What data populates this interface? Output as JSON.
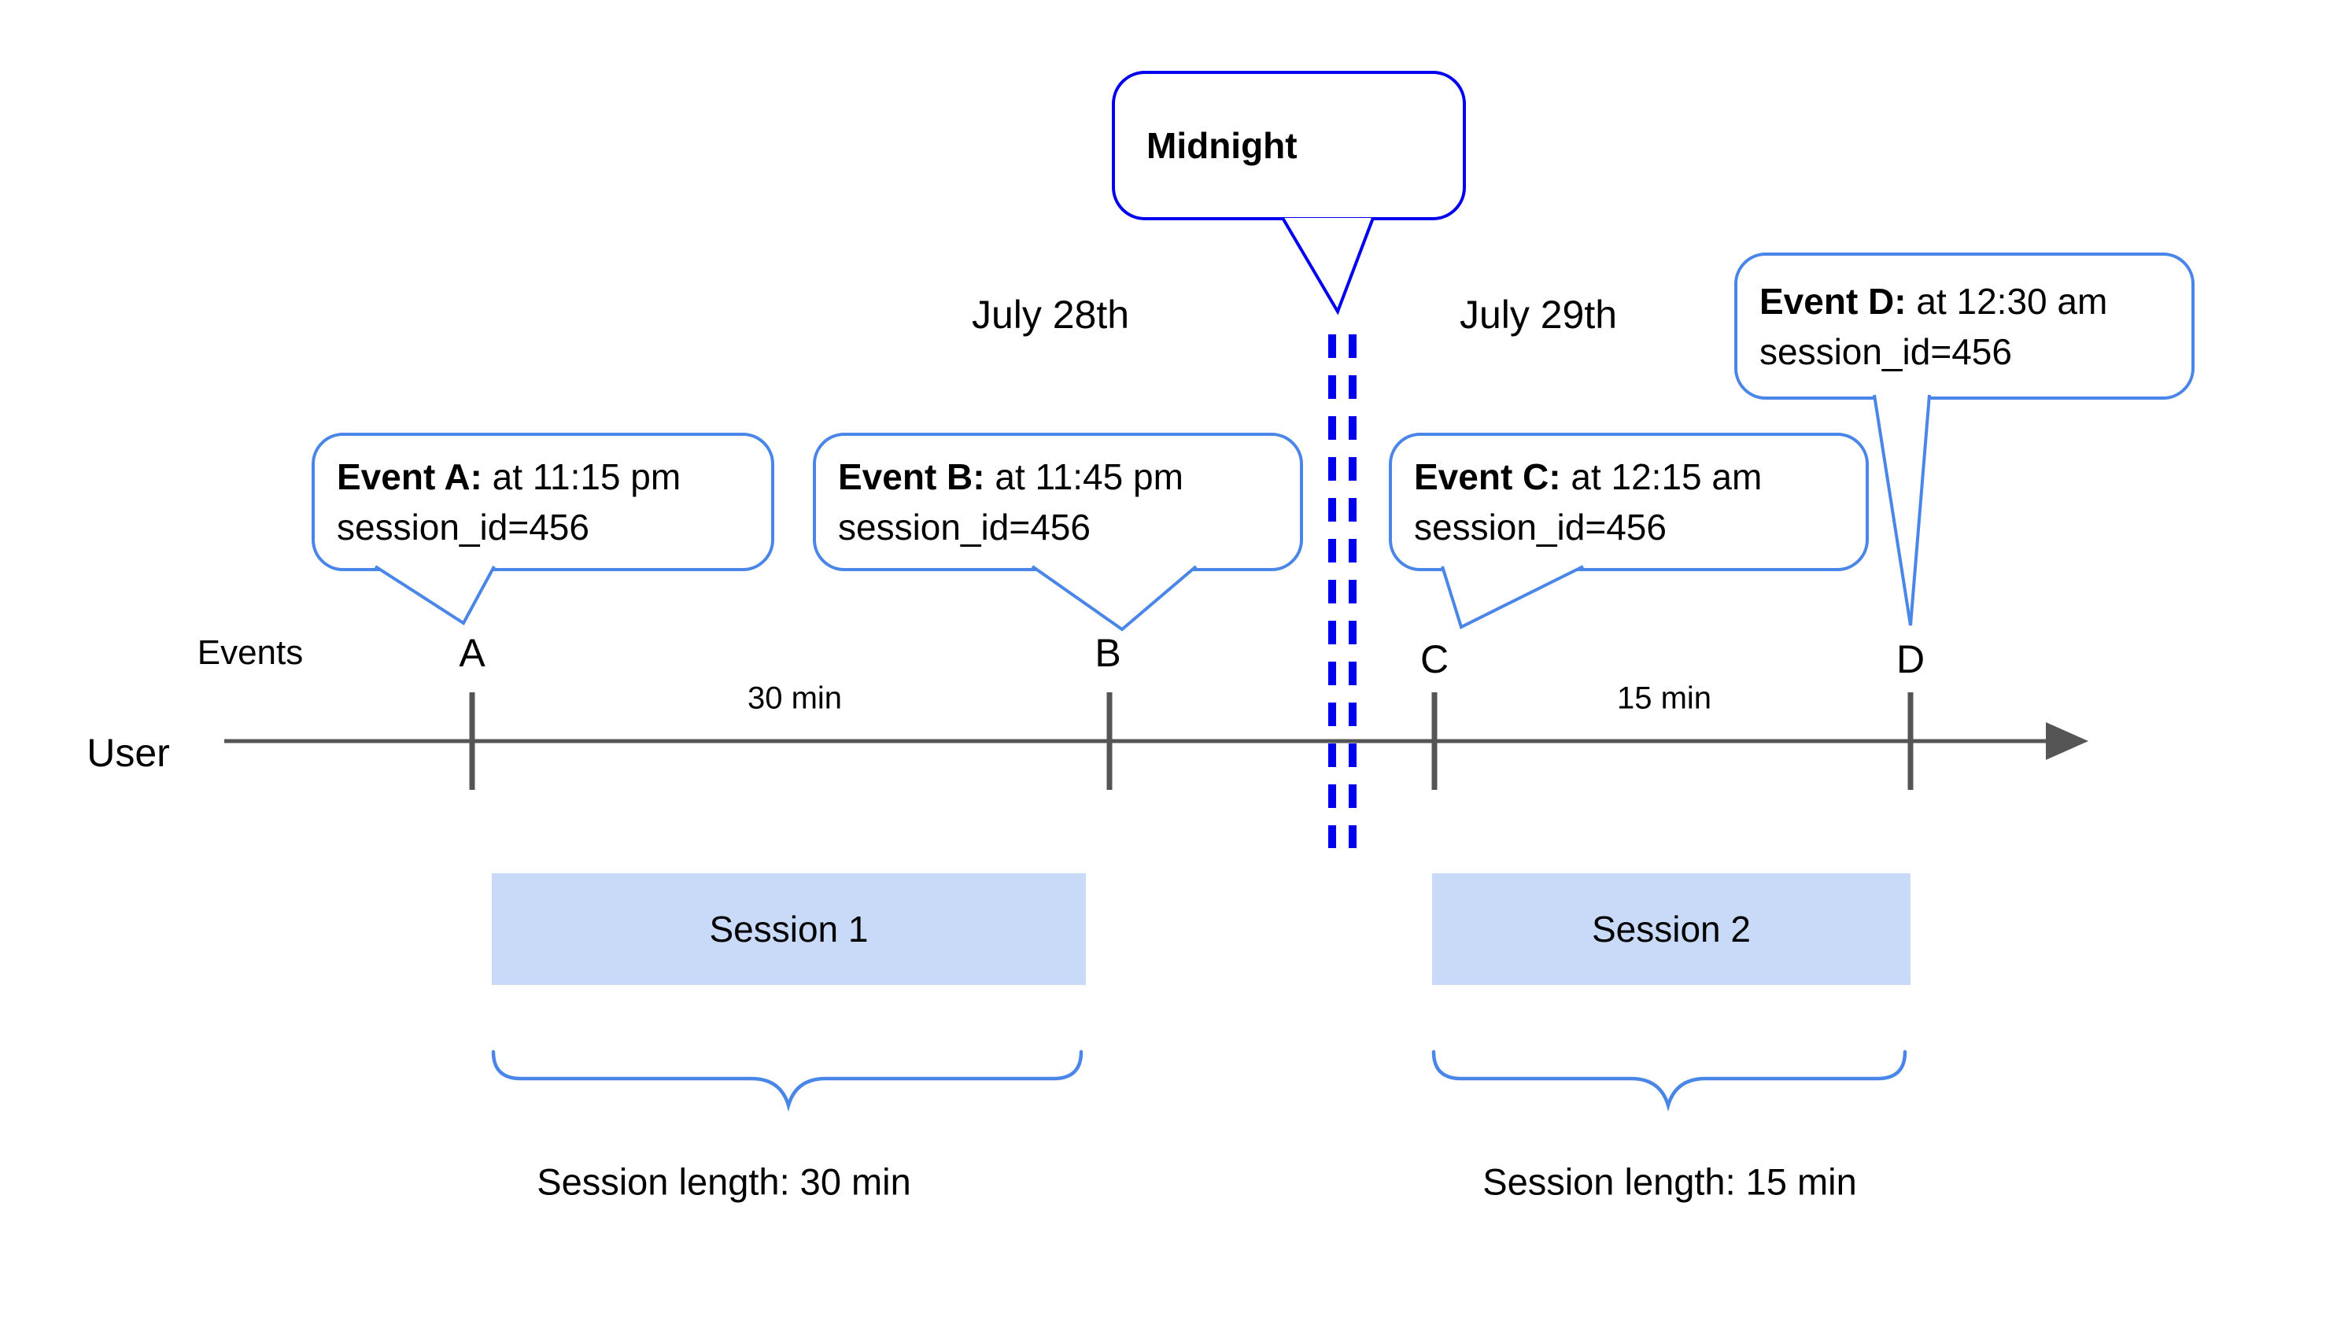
{
  "colors": {
    "background": "#ffffff",
    "event_callout_stroke": "#4a86e8",
    "midnight_callout_stroke": "#0000ee",
    "dashed_line": "#0000ee",
    "timeline_gray": "#555555",
    "session_box_fill": "#c9daf8",
    "text_color": "#000000"
  },
  "midnight_callout": {
    "label": "Midnight"
  },
  "dates": {
    "before": "July 28th",
    "after": "July 29th"
  },
  "axis": {
    "row_label": "Events",
    "timeline_label": "User"
  },
  "events": [
    {
      "letter": "A",
      "label": "Event A:",
      "time": "at 11:15 pm",
      "session": "session_id=456"
    },
    {
      "letter": "B",
      "label": "Event B:",
      "time": "at 11:45 pm",
      "session": "session_id=456"
    },
    {
      "letter": "C",
      "label": "Event C:",
      "time": "at 12:15 am",
      "session": "session_id=456"
    },
    {
      "letter": "D",
      "label": "Event D:",
      "time": "at 12:30 am",
      "session": "session_id=456"
    }
  ],
  "intervals": [
    {
      "label": "30 min"
    },
    {
      "label": "15 min"
    }
  ],
  "sessions": [
    {
      "name": "Session 1",
      "length_label": "Session length: 30 min"
    },
    {
      "name": "Session 2",
      "length_label": "Session length: 15 min"
    }
  ]
}
